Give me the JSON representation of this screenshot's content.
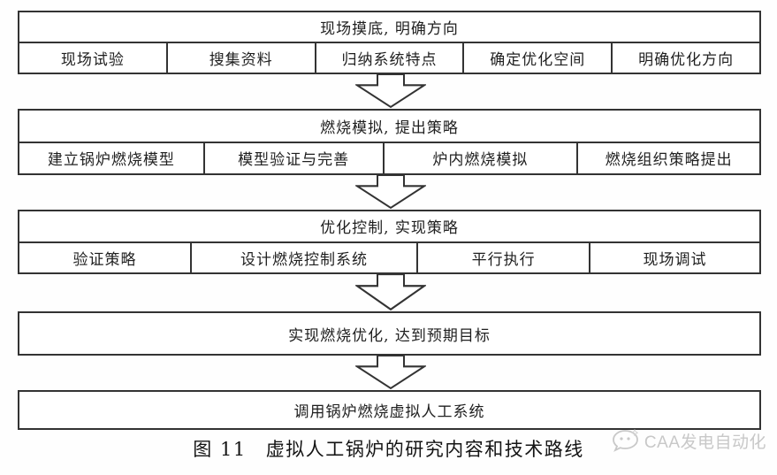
{
  "colors": {
    "border": "#333333",
    "text": "#1f1f1f",
    "background": "#ffffff",
    "watermark": "#c8c8c8"
  },
  "flowchart": {
    "stages": [
      {
        "header": "现场摸底, 明确方向",
        "cells": [
          "现场试验",
          "搜集资料",
          "归纳系统特点",
          "确定优化空间",
          "明确优化方向"
        ]
      },
      {
        "header": "燃烧模拟, 提出策略",
        "cells": [
          "建立锅炉燃烧模型",
          "模型验证与完善",
          "炉内燃烧模拟",
          "燃烧组织策略提出"
        ]
      },
      {
        "header": "优化控制, 实现策略",
        "cells": [
          "验证策略",
          "设计燃烧控制系统",
          "平行执行",
          "现场调试"
        ]
      },
      {
        "header": "实现燃烧优化, 达到预期目标",
        "cells": []
      },
      {
        "header": "调用锅炉燃烧虚拟人工系统",
        "cells": []
      }
    ]
  },
  "caption": {
    "label": "图 11",
    "title": "虚拟人工锅炉的研究内容和技术路线"
  },
  "watermark": {
    "text": "CAA发电自动化",
    "icon": "caa-chat-face-logo"
  }
}
